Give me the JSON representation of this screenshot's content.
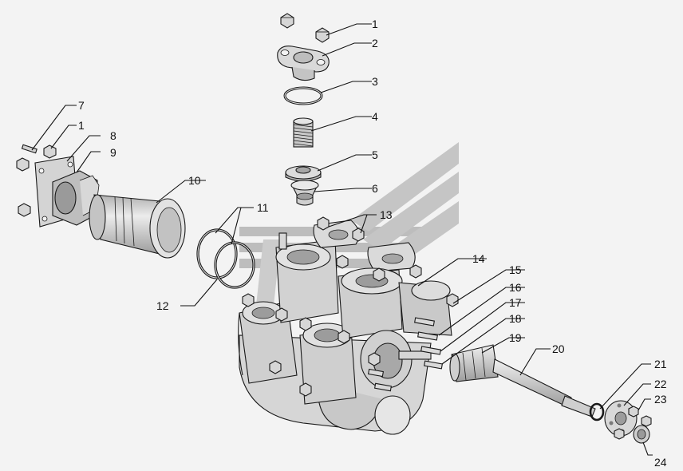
{
  "colors": {
    "background": "#f3f3f3",
    "part_fill": "#d9d9d9",
    "part_shade": "#a8a8a8",
    "part_light": "#ececec",
    "outline": "#1a1a1a",
    "watermark": "#b4b4b4"
  },
  "callouts": [
    {
      "id": "c1a",
      "text": "1"
    },
    {
      "id": "c2",
      "text": "2"
    },
    {
      "id": "c3",
      "text": "3"
    },
    {
      "id": "c4",
      "text": "4"
    },
    {
      "id": "c5",
      "text": "5"
    },
    {
      "id": "c6",
      "text": "6"
    },
    {
      "id": "c7",
      "text": "7"
    },
    {
      "id": "c1b",
      "text": "1"
    },
    {
      "id": "c8",
      "text": "8"
    },
    {
      "id": "c9",
      "text": "9"
    },
    {
      "id": "c10",
      "text": "10"
    },
    {
      "id": "c11",
      "text": "11"
    },
    {
      "id": "c12",
      "text": "12"
    },
    {
      "id": "c13",
      "text": "13"
    },
    {
      "id": "c14",
      "text": "14"
    },
    {
      "id": "c15",
      "text": "15"
    },
    {
      "id": "c16",
      "text": "16"
    },
    {
      "id": "c17",
      "text": "17"
    },
    {
      "id": "c18",
      "text": "18"
    },
    {
      "id": "c19",
      "text": "19"
    },
    {
      "id": "c20",
      "text": "20"
    },
    {
      "id": "c21",
      "text": "21"
    },
    {
      "id": "c22",
      "text": "22"
    },
    {
      "id": "c23",
      "text": "23"
    },
    {
      "id": "c24",
      "text": "24"
    }
  ]
}
